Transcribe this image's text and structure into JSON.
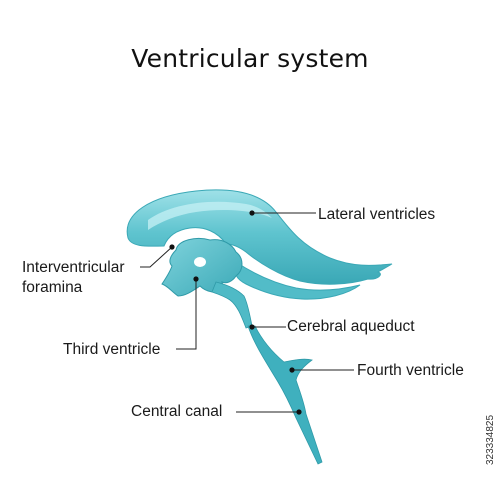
{
  "title": "Ventricular system",
  "labels": {
    "lateral": "Lateral ventricles",
    "interventricular_line1": "Interventricular",
    "interventricular_line2": "foramina",
    "aqueduct": "Cerebral aqueduct",
    "third": "Third ventricle",
    "fourth": "Fourth ventricle",
    "central": "Central canal"
  },
  "stock_id": "323334825",
  "colors": {
    "fill": "#5fc4cf",
    "fill_dark": "#2f9aa8",
    "highlight": "#b4ecf1",
    "leader": "#222222"
  }
}
